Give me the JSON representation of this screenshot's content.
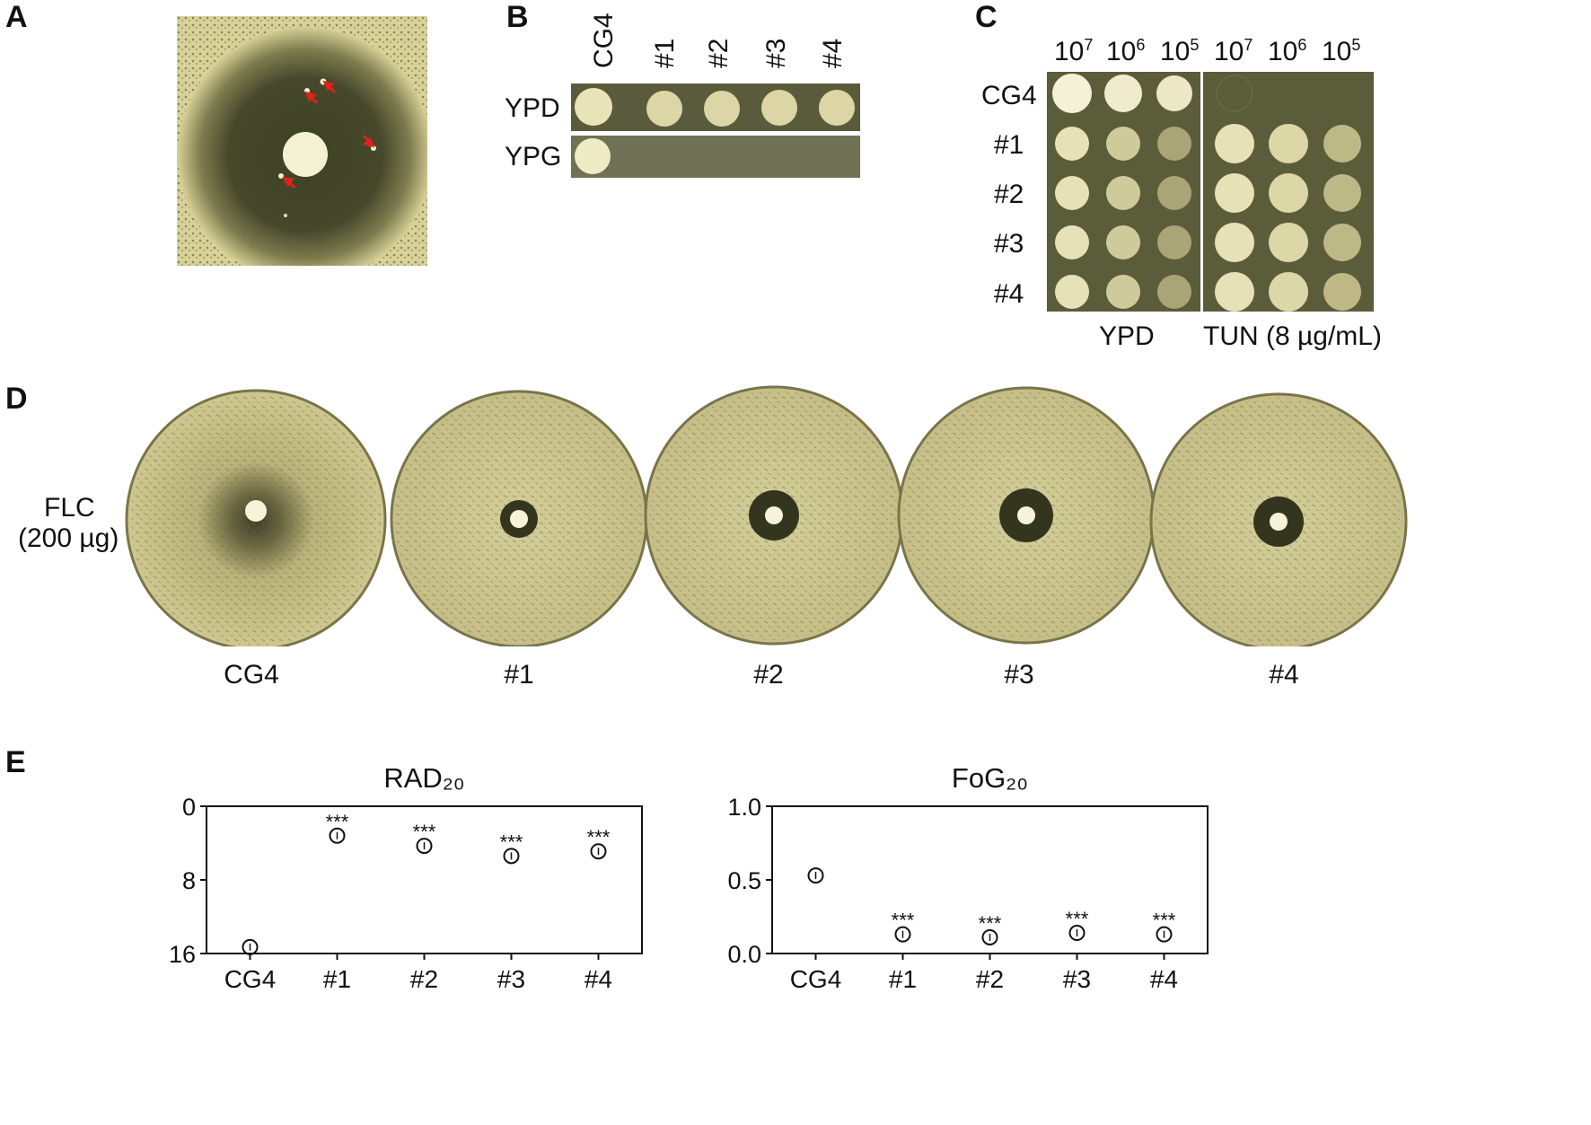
{
  "panels": {
    "a": {
      "letter": "A"
    },
    "b": {
      "letter": "B",
      "columns": [
        "CG4",
        "#1",
        "#2",
        "#3",
        "#4"
      ],
      "rows": [
        "YPD",
        "YPG"
      ]
    },
    "c": {
      "letter": "C",
      "dilutions": [
        {
          "base": "10",
          "exp": "7"
        },
        {
          "base": "10",
          "exp": "6"
        },
        {
          "base": "10",
          "exp": "5"
        },
        {
          "base": "10",
          "exp": "7"
        },
        {
          "base": "10",
          "exp": "6"
        },
        {
          "base": "10",
          "exp": "5"
        }
      ],
      "rows": [
        "CG4",
        "#1",
        "#2",
        "#3",
        "#4"
      ],
      "media": [
        "YPD",
        "TUN (8 µg/mL)"
      ]
    },
    "d": {
      "letter": "D",
      "drug_line1": "FLC",
      "drug_line2": "(200 µg)",
      "strains": [
        "CG4",
        "#1",
        "#2",
        "#3",
        "#4"
      ]
    },
    "e": {
      "letter": "E"
    }
  },
  "colors": {
    "agar": "#d4cf92",
    "agar_dark": "#4a4a2a",
    "plate_bg": "#5f6040",
    "colony": "#f2efc8",
    "arrow": "#e0201a"
  },
  "chart_data": [
    {
      "type": "scatter",
      "title": "RAD₂₀",
      "categories": [
        "CG4",
        "#1",
        "#2",
        "#3",
        "#4"
      ],
      "values": [
        15.3,
        3.2,
        4.3,
        5.4,
        4.9
      ],
      "ylim": [
        16,
        0
      ],
      "yticks": [
        "0",
        "8",
        "16"
      ],
      "annotations": [
        "",
        "***",
        "***",
        "***",
        "***"
      ],
      "xlabel": "",
      "ylabel": ""
    },
    {
      "type": "scatter",
      "title": "FoG₂₀",
      "categories": [
        "CG4",
        "#1",
        "#2",
        "#3",
        "#4"
      ],
      "values": [
        0.53,
        0.13,
        0.11,
        0.14,
        0.13
      ],
      "ylim": [
        0.0,
        1.0
      ],
      "yticks": [
        "0.0",
        "0.5",
        "1.0"
      ],
      "annotations": [
        "",
        "***",
        "***",
        "***",
        "***"
      ],
      "xlabel": "",
      "ylabel": ""
    }
  ]
}
